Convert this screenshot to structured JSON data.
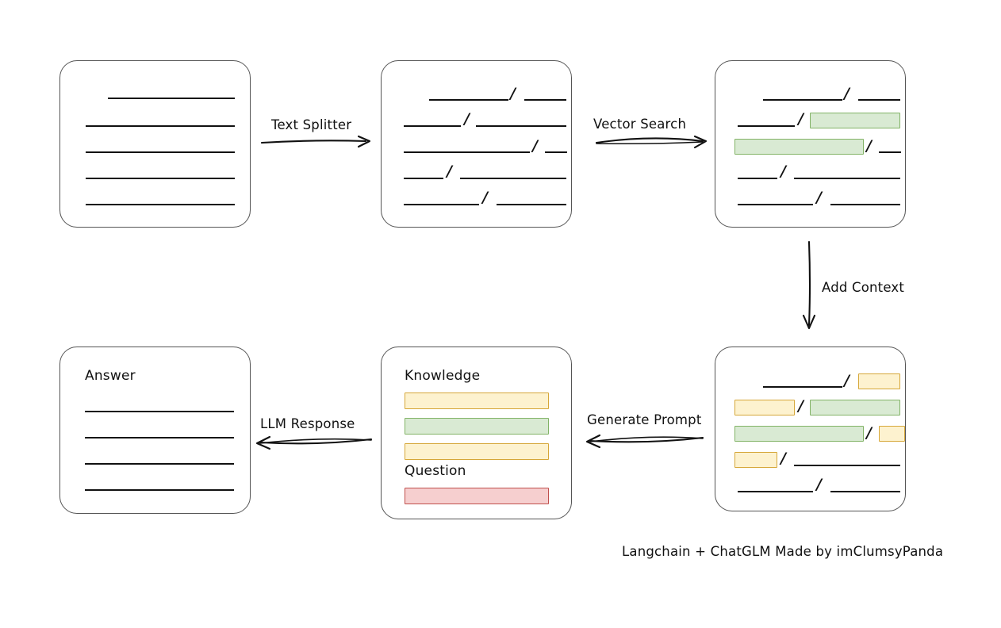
{
  "diagram": {
    "title_note": "Langchain + ChatGLM Made by imClumsyPanda",
    "nodes": {
      "source_document": {
        "name": "source-document",
        "label": "",
        "lines": 5,
        "first_line_indented": true
      },
      "split_chunks": {
        "name": "split-chunks",
        "label": ""
      },
      "vector_matched": {
        "name": "vector-matched-chunks",
        "label": ""
      },
      "context_added": {
        "name": "context-added-chunks",
        "label": ""
      },
      "prompt": {
        "name": "prompt-box",
        "knowledge_label": "Knowledge",
        "question_label": "Question"
      },
      "answer": {
        "name": "answer-box",
        "label": "Answer",
        "lines": 4
      }
    },
    "edges": [
      {
        "id": "text-splitter",
        "label": "Text Splitter",
        "direction": "right"
      },
      {
        "id": "vector-search",
        "label": "Vector Search",
        "direction": "right"
      },
      {
        "id": "add-context",
        "label": "Add Context",
        "direction": "down"
      },
      {
        "id": "generate-prompt",
        "label": "Generate Prompt",
        "direction": "left"
      },
      {
        "id": "llm-response",
        "label": "LLM Response",
        "direction": "left"
      }
    ],
    "colors": {
      "stroke": "#111111",
      "box_border": "#555555",
      "green_fill": "#d9ead3",
      "green_border": "#82b366",
      "yellow_fill": "#fdf2cf",
      "yellow_border": "#d6a739",
      "red_fill": "#f6cfcf",
      "red_border": "#c0504d",
      "background": "#ffffff"
    }
  }
}
